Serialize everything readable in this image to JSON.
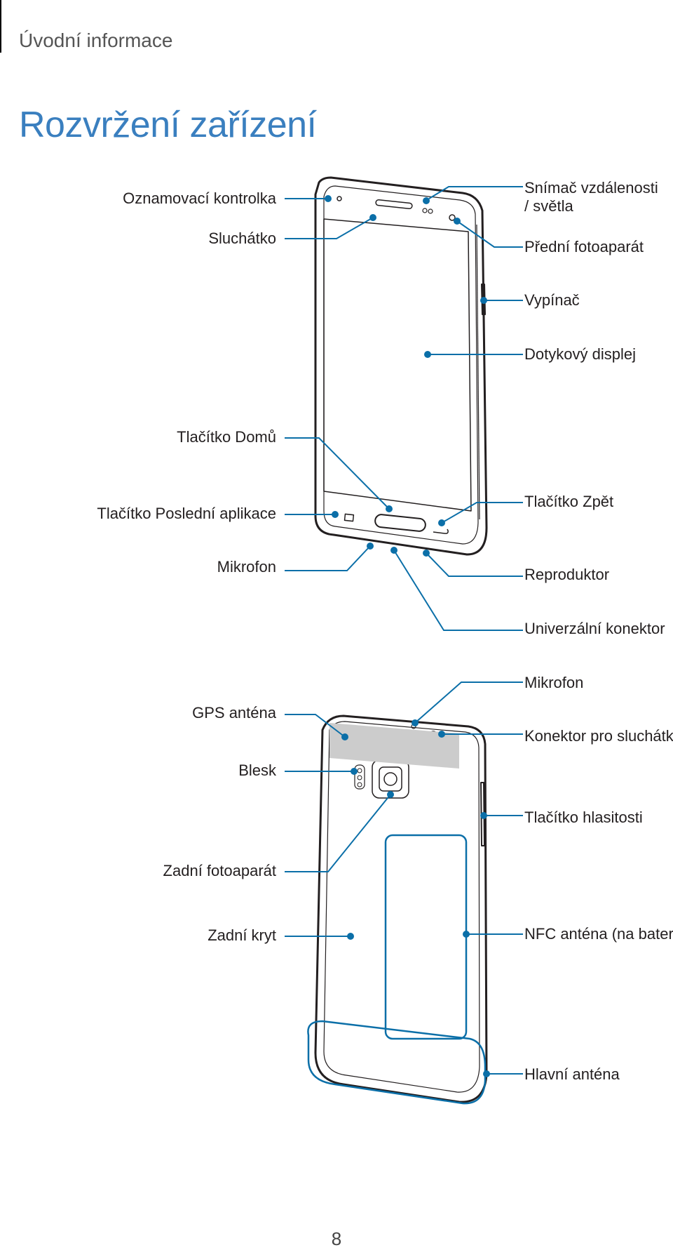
{
  "header": {
    "section": "Úvodní informace",
    "title": "Rozvržení zařízení"
  },
  "front_labels": {
    "notification_led": "Oznamovací kontrolka",
    "earpiece": "Sluchátko",
    "proximity_sensor": "Snímač vzdálenosti / světla",
    "front_camera": "Přední fotoaparát",
    "power_key": "Vypínač",
    "touchscreen": "Dotykový displej",
    "home_key": "Tlačítko Domů",
    "recent_apps_key": "Tlačítko Poslední aplikace",
    "back_key": "Tlačítko Zpět",
    "microphone": "Mikrofon",
    "speaker": "Reproduktor",
    "universal_connector": "Univerzální konektor"
  },
  "back_labels": {
    "gps_antenna": "GPS anténa",
    "flash": "Blesk",
    "rear_camera": "Zadní fotoaparát",
    "back_cover": "Zadní kryt",
    "microphone": "Mikrofon",
    "headset_jack": "Konektor pro sluchátka",
    "volume_key": "Tlačítko hlasitosti",
    "nfc_antenna": "NFC anténa (na baterii)",
    "main_antenna": "Hlavní anténa"
  },
  "footer": {
    "page_number": "8"
  },
  "colors": {
    "title": "#3a7fbf",
    "leader_line": "#0b6fa8",
    "gps_area": "#cccccc"
  }
}
